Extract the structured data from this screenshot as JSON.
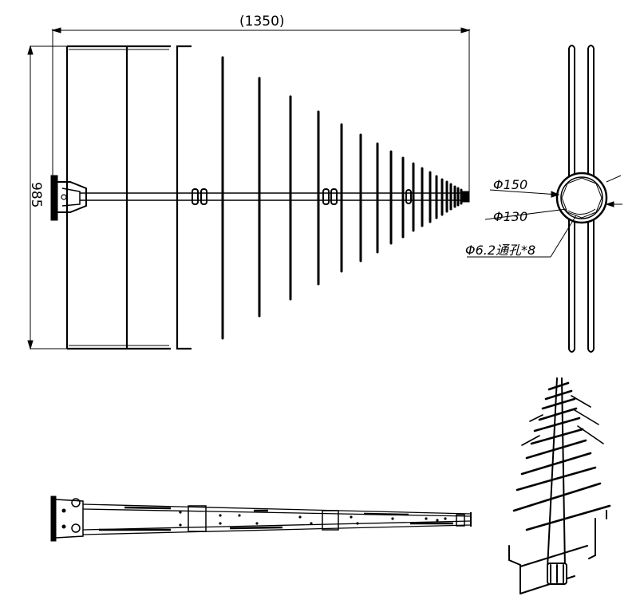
{
  "drawing": {
    "dimensions": {
      "overall_length": "(1350)",
      "overall_height": "985"
    },
    "callouts": {
      "outer_diameter": "Φ150",
      "inner_diameter": "Φ130",
      "holes": "Φ6.2通孔*8"
    },
    "colors": {
      "ink": "#000000",
      "paper": "#ffffff"
    }
  }
}
